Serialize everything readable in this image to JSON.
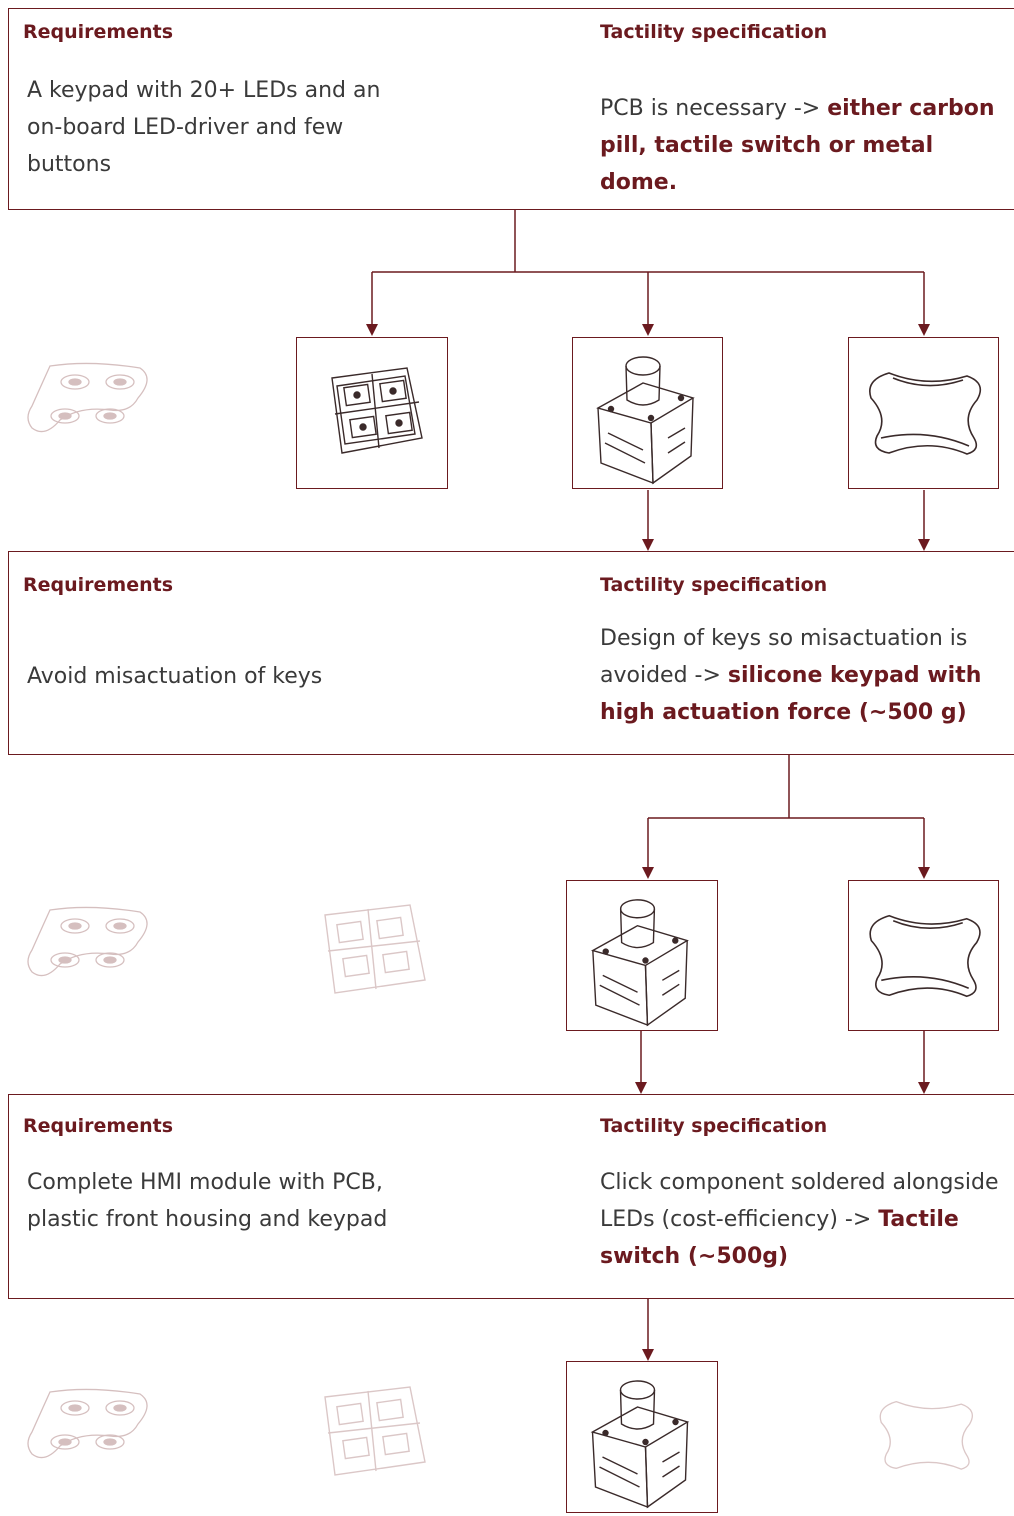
{
  "colors": {
    "accent": "#6b1a1f",
    "text": "#3a3a3a"
  },
  "stages": [
    {
      "req_title": "Requirements",
      "spec_title": "Tactility specification",
      "req_text": "A keypad with 20+ LEDs and an on-board LED-driver and few buttons",
      "spec_plain": "PCB is necessary -> ",
      "spec_bold": "either carbon pill, tactile switch or metal dome."
    },
    {
      "req_title": "Requirements",
      "spec_title": "Tactility specification",
      "req_text": "Avoid misactuation of keys",
      "spec_plain": "Design of keys so misactuation is avoided -> ",
      "spec_bold": "silicone keypad with high actuation force (~500 g)"
    },
    {
      "req_title": "Requirements",
      "spec_title": "Tactility specification",
      "req_text": "Complete HMI module with PCB, plastic front housing and keypad",
      "spec_plain": "Click component soldered alongside LEDs (cost-efficiency) -> ",
      "spec_bold": "Tactile switch (~500g)"
    }
  ],
  "options": [
    "silicone-keypad",
    "carbon-pill",
    "tactile-switch",
    "metal-dome"
  ],
  "rows": [
    {
      "active": [
        "carbon-pill",
        "tactile-switch",
        "metal-dome"
      ]
    },
    {
      "active": [
        "tactile-switch",
        "metal-dome"
      ]
    },
    {
      "active": [
        "tactile-switch"
      ]
    }
  ]
}
